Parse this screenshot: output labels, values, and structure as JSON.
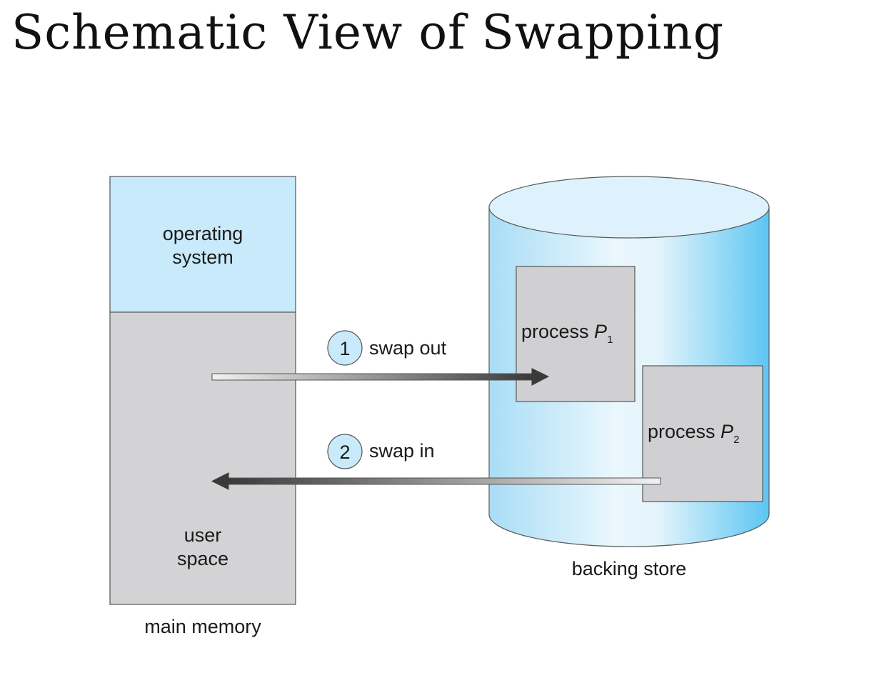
{
  "title": "Schematic View of Swapping",
  "main_memory": {
    "caption": "main memory",
    "os_line1": "operating",
    "os_line2": "system",
    "user_line1": "user",
    "user_line2": "space"
  },
  "backing_store": {
    "caption": "backing store",
    "p1_label": "process ",
    "p1_name": "P",
    "p1_sub": "1",
    "p2_label": "process ",
    "p2_name": "P",
    "p2_sub": "2"
  },
  "steps": [
    {
      "number": "1",
      "label": "swap out"
    },
    {
      "number": "2",
      "label": "swap in"
    }
  ],
  "colors": {
    "os_region": "#c8eafb",
    "user_region": "#d3d3d5",
    "process_box": "#d0d0d2",
    "step_circle": "#c8eafb",
    "cylinder_edge": "#5cc6f2"
  }
}
